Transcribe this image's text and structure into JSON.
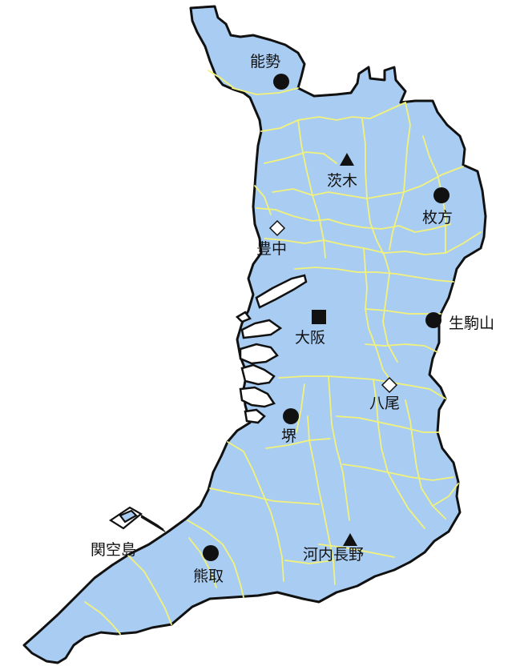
{
  "map": {
    "fill_color": "#a9cdf2",
    "outline_color": "#111111",
    "boundary_color": "#f2f27a",
    "marker_color": "#111111",
    "places": [
      {
        "id": "nose",
        "label": "能勢",
        "marker": "circle"
      },
      {
        "id": "ibaraki",
        "label": "茨木",
        "marker": "triangle"
      },
      {
        "id": "hirakata",
        "label": "枚方",
        "marker": "circle"
      },
      {
        "id": "toyonaka",
        "label": "豊中",
        "marker": "diamond"
      },
      {
        "id": "osaka",
        "label": "大阪",
        "marker": "square"
      },
      {
        "id": "ikomayama",
        "label": "生駒山",
        "marker": "circle"
      },
      {
        "id": "yao",
        "label": "八尾",
        "marker": "diamond"
      },
      {
        "id": "sakai",
        "label": "堺",
        "marker": "circle"
      },
      {
        "id": "kanku",
        "label": "関空島",
        "marker": "none"
      },
      {
        "id": "kumatori",
        "label": "熊取",
        "marker": "circle"
      },
      {
        "id": "kawachinagano",
        "label": "河内長野",
        "marker": "triangle"
      }
    ]
  }
}
